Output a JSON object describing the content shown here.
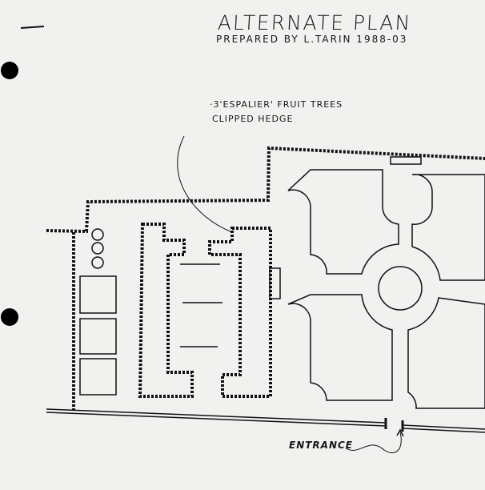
{
  "plan": {
    "title": "ALTERNATE PLAN",
    "prepared_by": "PREPARED BY L.TARIN 1988-03",
    "legend_espalier": "·3'ESPALIER' FRUIT TREES",
    "legend_hedge": "CLIPPED HEDGE",
    "entrance_label": "ENTRANCE"
  }
}
